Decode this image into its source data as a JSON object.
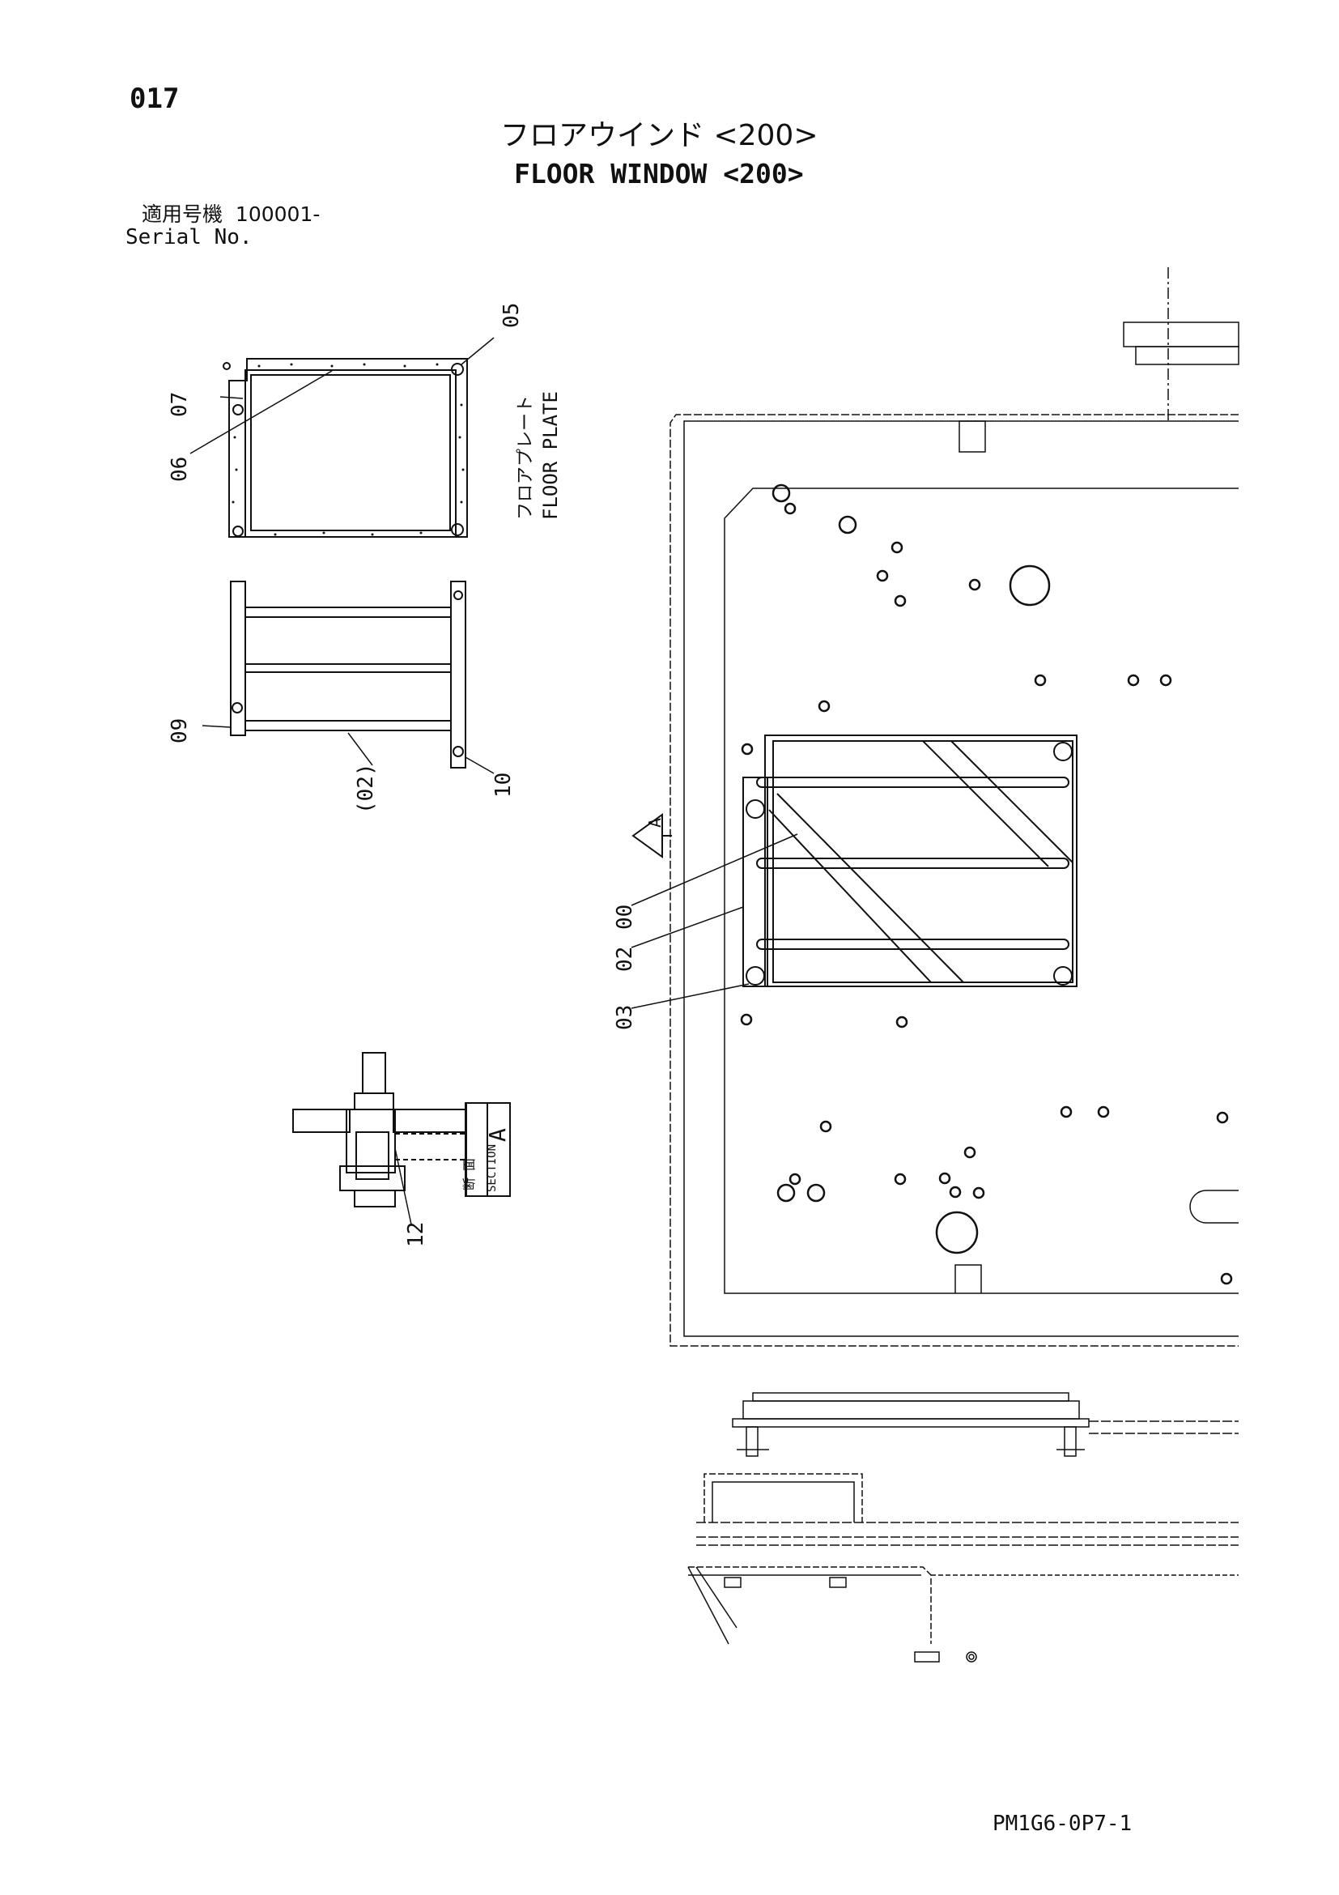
{
  "page": {
    "number": "017",
    "title_ja": "フロアウインド <200>",
    "title_en": "FLOOR WINDOW <200>",
    "serial_label_ja": "適用号機",
    "serial_value": "100001-",
    "serial_label_en": "Serial No.",
    "doc_code": "PM1G6-0P7-1"
  },
  "drawing": {
    "plate_label_ja": "フロアプレート",
    "plate_label_en": "FLOOR PLATE",
    "section_ja_1": "断",
    "section_ja_2": "面",
    "section_en": "SECTION",
    "section_letter": "A",
    "view_marker": "A",
    "callouts": {
      "c05": "05",
      "c07": "07",
      "c06": "06",
      "c09": "09",
      "c02p": "(02)",
      "c10": "10",
      "c00": "00",
      "c02": "02",
      "c03": "03",
      "c12": "12"
    }
  }
}
